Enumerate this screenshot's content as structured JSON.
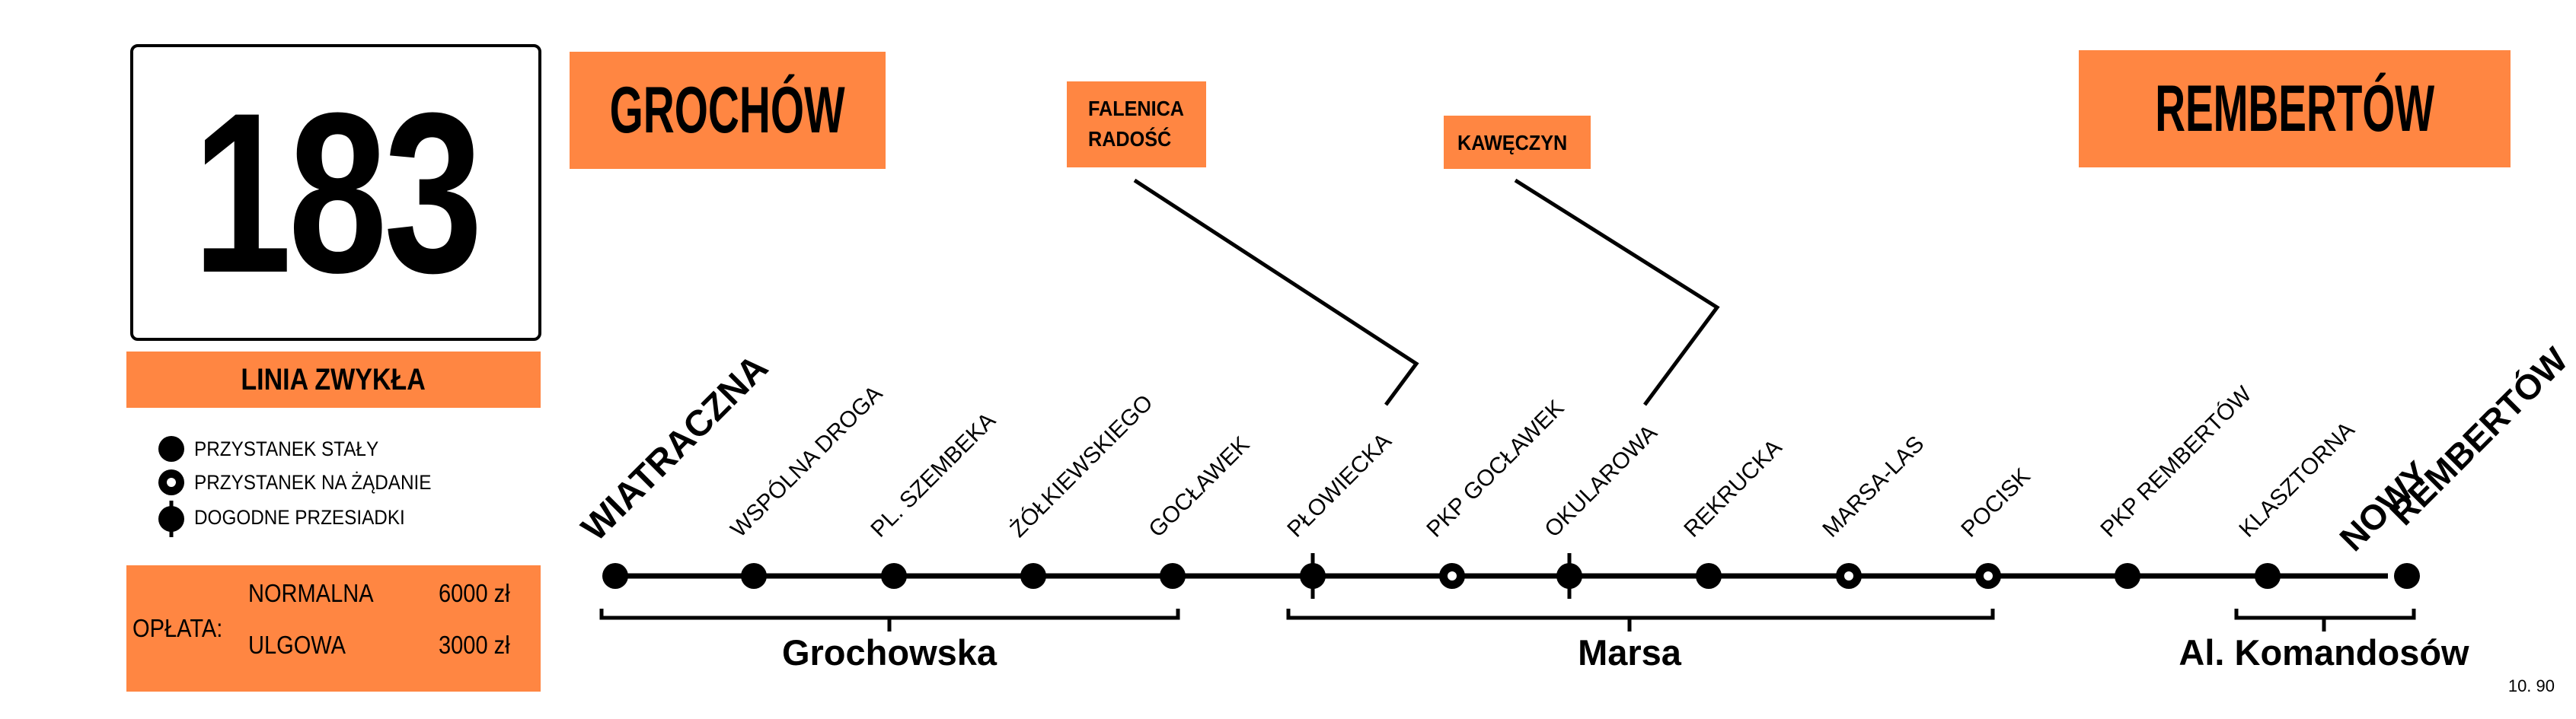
{
  "route": {
    "number": "183",
    "type": "LINIA ZWYKŁA"
  },
  "legend": {
    "fixed_stop": "PRZYSTANEK STAŁY",
    "request_stop": "PRZYSTANEK NA ŻĄDANIE",
    "transfer": "DOGODNE PRZESIADKI"
  },
  "fare": {
    "label": "OPŁATA:",
    "normal_label": "NORMALNA",
    "normal_price": "6000 zł",
    "reduced_label": "ULGOWA",
    "reduced_price": "3000 zł"
  },
  "destinations": {
    "start": "GROCHÓW",
    "end": "REMBERTÓW"
  },
  "connections": {
    "first": {
      "line1": "FALENICA",
      "line2": "RADOŚĆ"
    },
    "second": {
      "line1": "KAWĘCZYN"
    }
  },
  "stops": [
    {
      "name": "WIATRACZNA",
      "kind": "fixed"
    },
    {
      "name": "WSPÓLNA DROGA",
      "kind": "fixed"
    },
    {
      "name": "PL. SZEMBEKA",
      "kind": "fixed"
    },
    {
      "name": "ŻÓŁKIEWSKIEGO",
      "kind": "fixed"
    },
    {
      "name": "GOCŁAWEK",
      "kind": "fixed"
    },
    {
      "name": "PŁOWIECKA",
      "kind": "transfer"
    },
    {
      "name": "PKP GOCŁAWEK",
      "kind": "request"
    },
    {
      "name": "OKULAROWA",
      "kind": "transfer"
    },
    {
      "name": "REKRUCKA",
      "kind": "fixed"
    },
    {
      "name": "MARSA-LAS",
      "kind": "request"
    },
    {
      "name": "POCISK",
      "kind": "request"
    },
    {
      "name": "PKP REMBERTÓW",
      "kind": "fixed"
    },
    {
      "name": "KLASZTORNA",
      "kind": "fixed"
    },
    {
      "name_line1": "NOWY",
      "name_line2": "REMBERTÓW",
      "kind": "fixed"
    }
  ],
  "streets": {
    "first": "Grochowska",
    "second": "Marsa",
    "third": "Al. Komandosów"
  },
  "date": "10. 90"
}
